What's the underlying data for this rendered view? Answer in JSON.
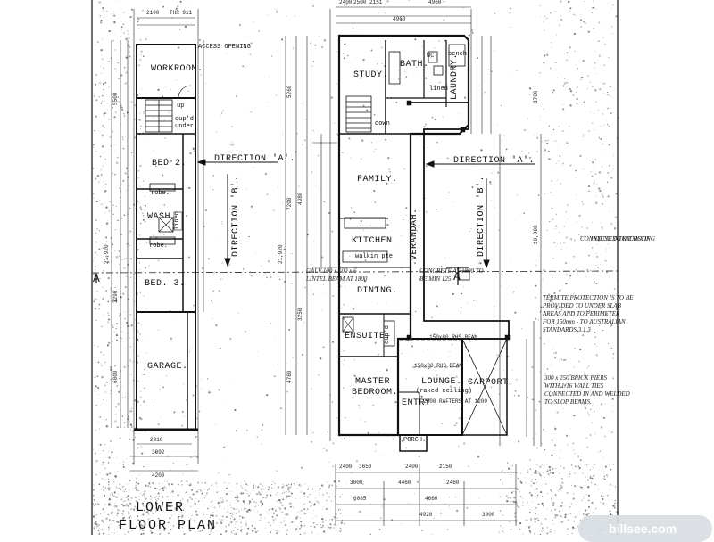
{
  "plan": {
    "left_unit": {
      "rooms": {
        "workroom": "WORKROOM.",
        "bed2": "BED 2.",
        "wash": "WASH.",
        "bed3": "BED. 3.",
        "garage": "GARAGE.",
        "robe1": "robe.",
        "robe2": "robe.",
        "up": "up",
        "cupd": "cup'd",
        "under": "under",
        "linen": "linen"
      },
      "note_access": "ACCESS OPENING",
      "dims": {
        "top1": "2100",
        "top2": "THR 911",
        "overall": "21,920",
        "d1": "5500",
        "d2": "3290",
        "d3": "6000",
        "b1": "2910",
        "b2": "3092",
        "b3": "4200"
      },
      "title_lines": [
        "LOWER",
        "FLOOR PLAN"
      ]
    },
    "right_unit": {
      "rooms": {
        "study": "STUDY.",
        "bath": "BATH.",
        "laundry": "LAUNDRY.",
        "bench": "bench",
        "linen": "linen",
        "wc": "WC",
        "down": "down",
        "family": "FAMILY.",
        "kitchen": "KITCHEN",
        "walkin": "walkin pte",
        "dining": "DINING.",
        "verandah": "VERANDAH.",
        "ensuite": "ENSUITE.",
        "cupd": "cup'd",
        "master": "MASTER",
        "bedroom": "BEDROOM.",
        "lounge": "LOUNGE.",
        "raked": "(raked ceiling)",
        "entry": "ENTRY",
        "porch": "PORCH.",
        "carport": "CARPORT."
      },
      "beams": [
        "150x80 RHS BEAM",
        "150x80 RHS BEAM",
        "2500 RAFTERS AT 1200"
      ],
      "dims": {
        "top1": "2400",
        "top2": "4960",
        "top3": "4960",
        "t_a": "2500",
        "t_b": "2151",
        "overall": "21,920",
        "d1": "5260",
        "d2": "7200",
        "d3": "4980",
        "d4": "3250",
        "d5": "4760",
        "r1": "10,800",
        "r2": "3760",
        "b1": "2400",
        "b2": "3650",
        "b3": "2400",
        "b4": "2150",
        "b5": "2460",
        "b6": "3000",
        "b7": "4460",
        "b8": "6085",
        "b9": "4660",
        "b10": "4920",
        "b11": "3000"
      }
    },
    "directions": {
      "a_left": "DIRECTION 'A'.",
      "a_right": "DIRECTION 'A'.",
      "b_left": "DIRECTION 'B'.",
      "b_right": "DIRECTION 'B'."
    },
    "section_markers": [
      "A",
      "A"
    ],
    "notes": {
      "termite": "TERMITE PROTECTION IS TO BE\nPROVIDED TO UNDER SLAB\nAREAS AND TO PERIMETER\nFOR 150mm - TO AUSTRALIAN\nSTANDARDS 3.1.3",
      "piers": "300 x 250 BRICK PIERS\nWITH 1/16 WALL TIES\nCONNECTED IN AND WELDED\nTO SLOP BEAMS.",
      "side1": "CONNECTED TO EXISTING",
      "side2": "HOUSE TO KIT ROOF",
      "mid_left": "GALV 100 x 100 x 6\nLINTEL BEAM AT 1800",
      "mid_right": "CONCRETE AT 1800 TO\nBE MIN 125"
    },
    "watermark": "billsee.com"
  }
}
